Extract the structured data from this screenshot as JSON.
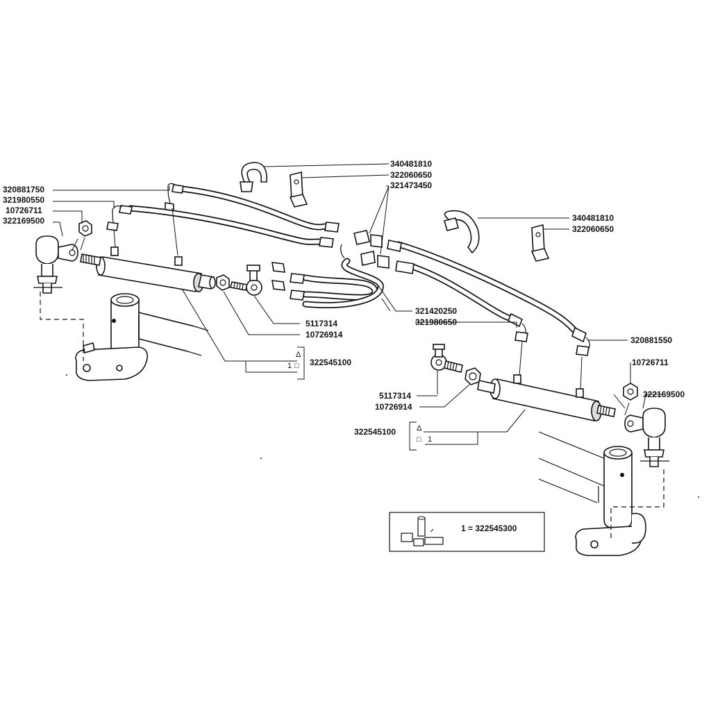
{
  "labels": {
    "left": {
      "p320881750": "320881750",
      "p321980550": "321980550",
      "p10726711": "10726711",
      "p322169500": "322169500",
      "p5117314": "5117314",
      "p10726914": "10726914",
      "p322545100": "322545100",
      "tri": "Δ",
      "one": "1",
      "sq": "□"
    },
    "top": {
      "p340481810": "340481810",
      "p322060650": "322060650",
      "p321473450": "321473450"
    },
    "right": {
      "p340481810": "340481810",
      "p322060650": "322060650",
      "p321420250": "321420250",
      "p321980650": "321980650",
      "p320881550": "320881550",
      "p10726711": "10726711",
      "p322169500": "322169500",
      "p5117314": "5117314",
      "p10726914": "10726914",
      "p322545100": "322545100",
      "tri": "Δ",
      "one": "1",
      "sq": "□"
    },
    "kit": {
      "text": "1 = 322545300"
    }
  }
}
